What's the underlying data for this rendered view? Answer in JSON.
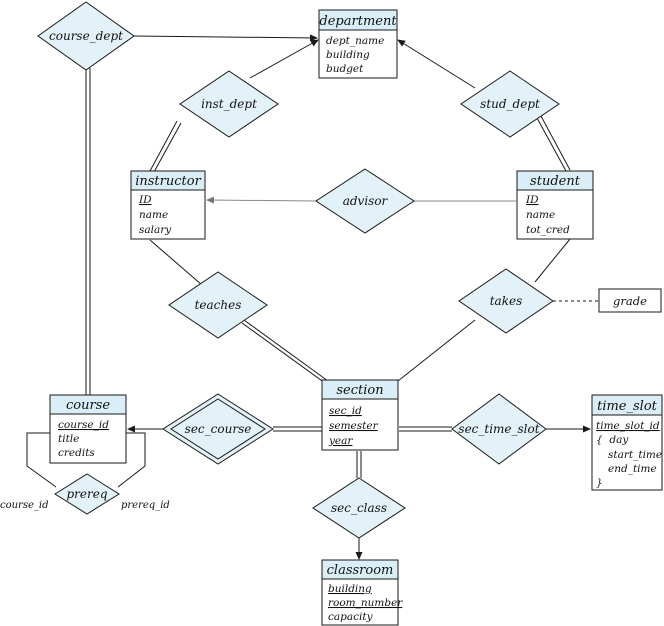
{
  "entities": {
    "department": {
      "title": "department",
      "attributes": [
        "dept_name",
        "building",
        "budget"
      ]
    },
    "instructor": {
      "title": "instructor",
      "attributes": [
        "ID",
        "name",
        "salary"
      ]
    },
    "student": {
      "title": "student",
      "attributes": [
        "ID",
        "name",
        "tot_cred"
      ]
    },
    "course": {
      "title": "course",
      "attributes": [
        "course_id",
        "title",
        "credits"
      ]
    },
    "section": {
      "title": "section",
      "attributes": [
        "sec_id",
        "semester",
        "year"
      ]
    },
    "time_slot": {
      "title": "time_slot",
      "attributes": [
        "time_slot_id",
        "{  day",
        "start_time",
        "end_time",
        "}"
      ]
    },
    "classroom": {
      "title": "classroom",
      "attributes": [
        "building",
        "room_number",
        "capacity"
      ]
    }
  },
  "relationships": {
    "course_dept": "course_dept",
    "inst_dept": "inst_dept",
    "stud_dept": "stud_dept",
    "advisor": "advisor",
    "teaches": "teaches",
    "takes": "takes",
    "sec_course": "sec_course",
    "sec_time_slot": "sec_time_slot",
    "sec_class": "sec_class",
    "prereq": "prereq"
  },
  "relationship_attributes": {
    "grade": "grade"
  },
  "roles": {
    "course_id": "course_id",
    "prereq_id": "prereq_id"
  },
  "colors": {
    "entity_header": "#d9eef6",
    "relationship_fill": "#e3f1f8",
    "line": "#1a1a1a"
  }
}
